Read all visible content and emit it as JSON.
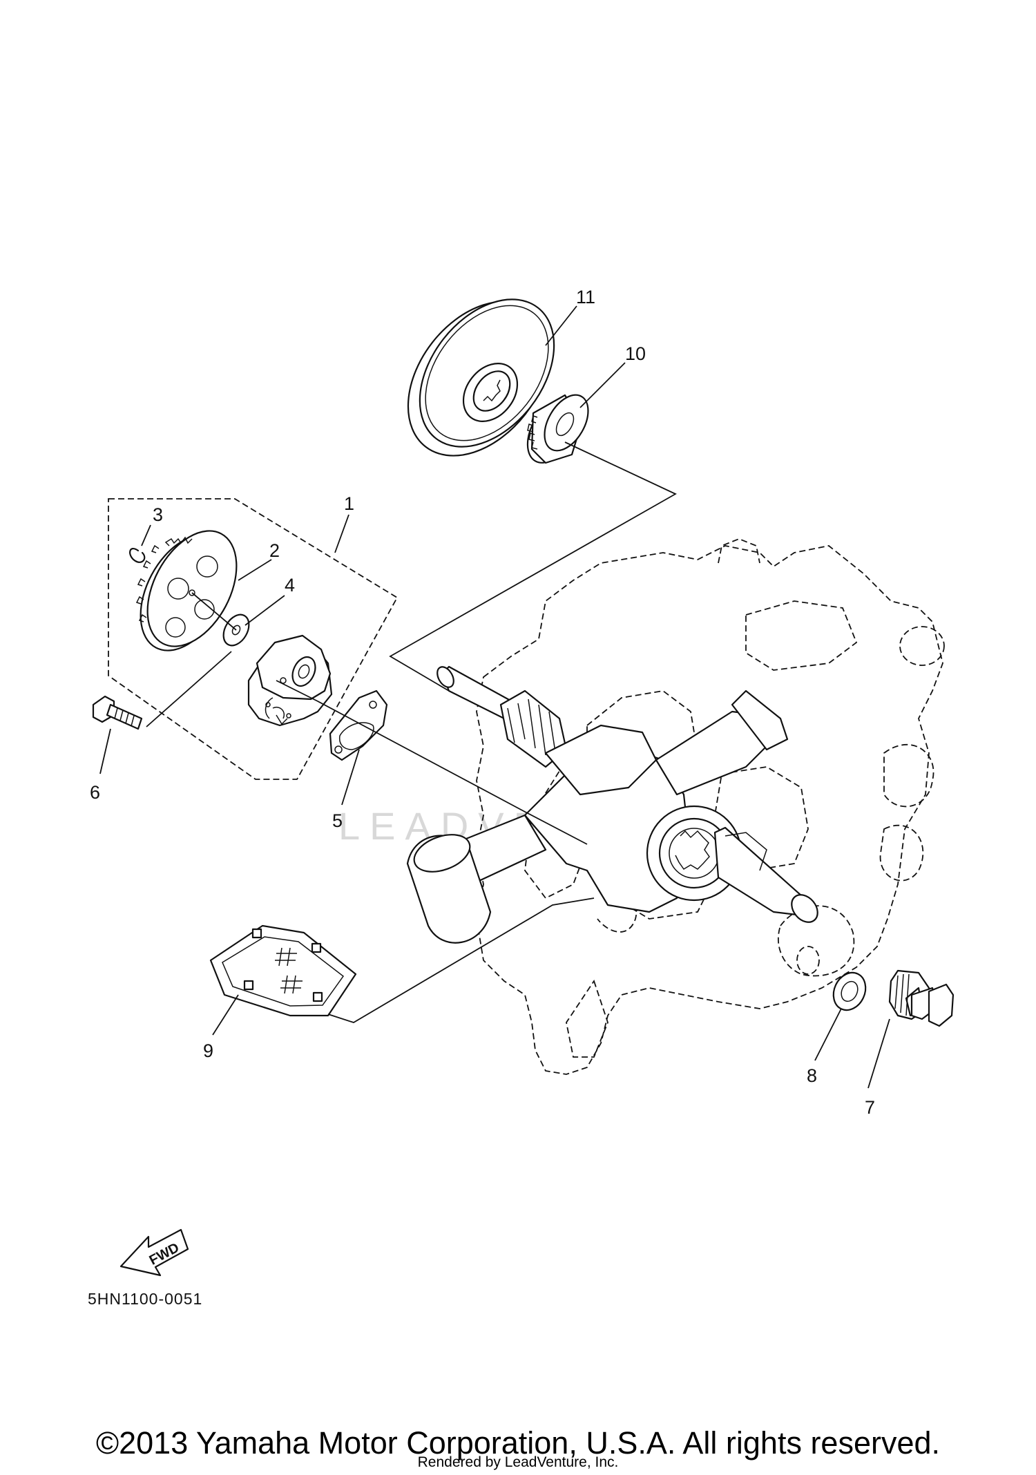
{
  "callouts": {
    "c1": "1",
    "c2": "2",
    "c3": "3",
    "c4": "4",
    "c5": "5",
    "c6": "6",
    "c7": "7",
    "c8": "8",
    "c9": "9",
    "c10": "10",
    "c11": "11"
  },
  "fwd_label": "FWD",
  "diagram_code": "5HN1100-0051",
  "watermark": "LEADVENTURE",
  "copyright": "©2013 Yamaha Motor Corporation, U.S.A. All rights reserved.",
  "rendered_by": "Rendered by LeadVenture, Inc."
}
